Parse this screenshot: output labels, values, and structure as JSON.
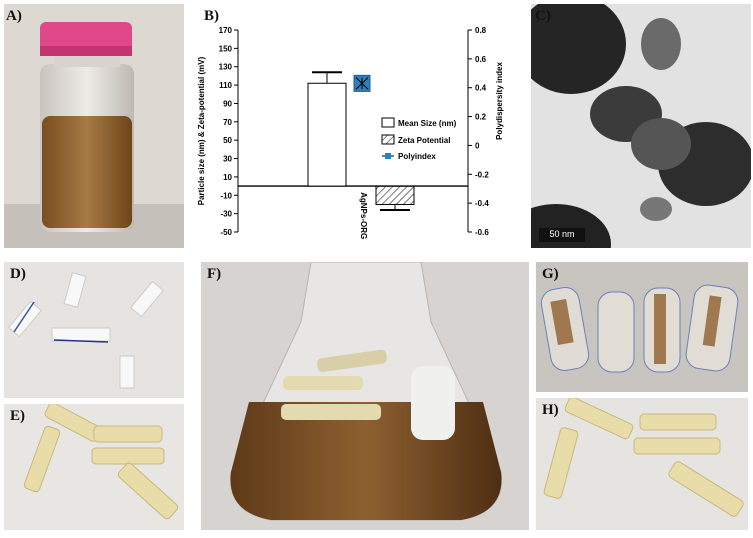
{
  "panels": {
    "a": "A)",
    "b": "B)",
    "c": "C)",
    "d": "D)",
    "e": "E)",
    "f": "F)",
    "g": "G)",
    "h": "H)"
  },
  "scale_bar": "50 nm",
  "chart_data": {
    "type": "bar",
    "categories": [
      "AgNPs-ORG"
    ],
    "series": [
      {
        "name": "Mean Size (nm)",
        "values": [
          112
        ],
        "error": [
          12
        ],
        "axis": "left"
      },
      {
        "name": "Zeta Potential",
        "values": [
          -20
        ],
        "error": [
          6
        ],
        "axis": "left"
      },
      {
        "name": "Polyindex",
        "values": [
          0.43
        ],
        "error": [
          0.04
        ],
        "axis": "right"
      }
    ],
    "ylabel": "Particle size (nm) & Zeta-potential (mV)",
    "ylabel_right": "Polydispersity index",
    "ylim": [
      -50,
      170
    ],
    "ylim_right": [
      -0.6,
      0.8
    ],
    "yticks": [
      -50,
      -30,
      -10,
      10,
      30,
      50,
      70,
      90,
      110,
      130,
      150,
      170
    ],
    "yticks_right": [
      "-0.6",
      "-0.4",
      "-0.2",
      "0",
      "0.2",
      "0.4",
      "0.6",
      "0.8"
    ],
    "legend_position": "center-right",
    "colors": {
      "mean_size": "#ffffff",
      "zeta": "#ffffff",
      "polyindex": "#2f7fc0"
    }
  }
}
